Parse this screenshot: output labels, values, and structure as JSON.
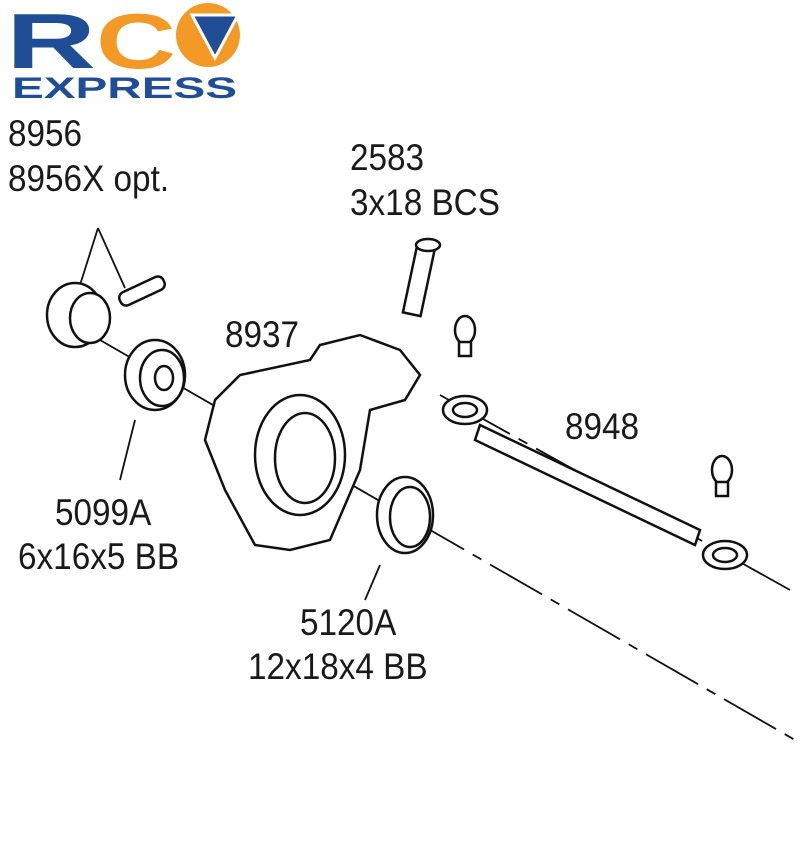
{
  "logo": {
    "text_top": "RC",
    "text_bottom": "EXPRESS",
    "colors": {
      "blue": "#1f4e96",
      "orange": "#f39a26"
    }
  },
  "parts": [
    {
      "number": "8956",
      "spec": "8956X opt."
    },
    {
      "number": "2583",
      "spec": "3x18 BCS"
    },
    {
      "number": "8937",
      "spec": ""
    },
    {
      "number": "8948",
      "spec": ""
    },
    {
      "number": "5099A",
      "spec": "6x16x5 BB"
    },
    {
      "number": "5120A",
      "spec": "12x18x4 BB"
    }
  ]
}
